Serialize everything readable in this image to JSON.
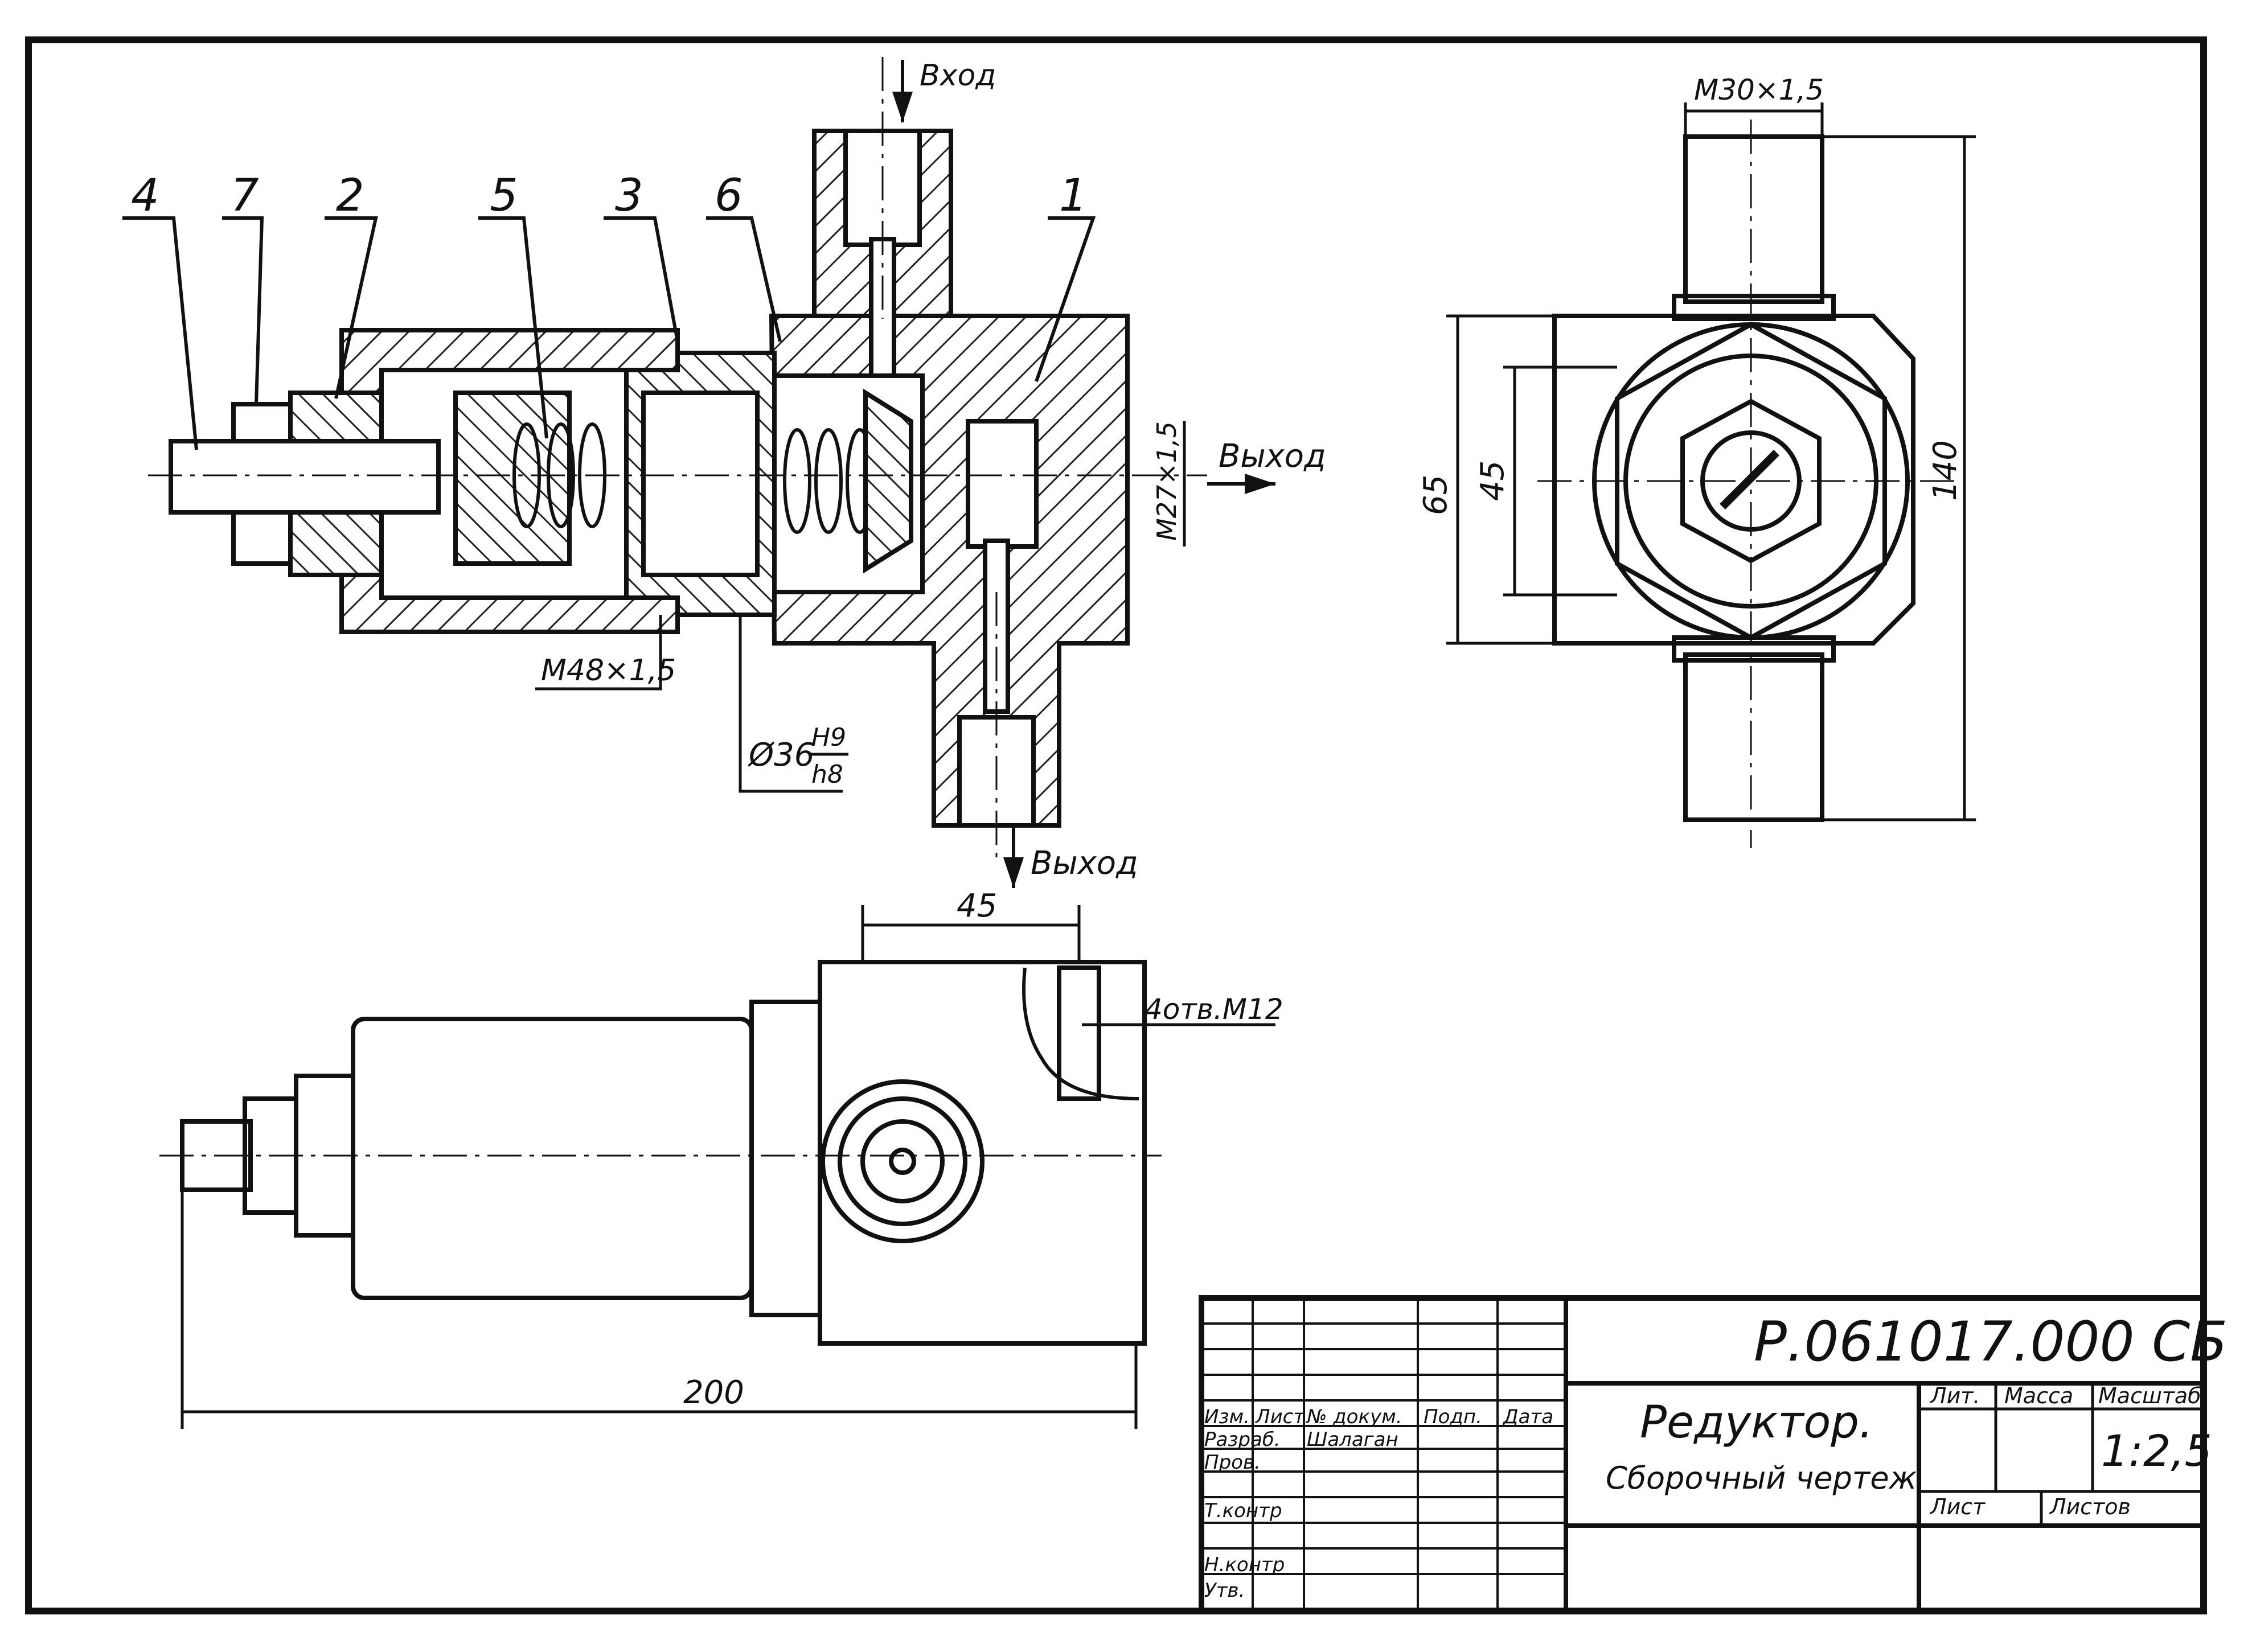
{
  "title_block": {
    "designation": "Р.061017.000 СБ",
    "name": "Редуктор.",
    "subtitle": "Сборочный чертеж",
    "col_lit": "Лит.",
    "col_mass": "Масса",
    "col_scale": "Масштаб",
    "scale": "1:2,5",
    "sheet": "Лист",
    "sheets": "Листов",
    "hdr_izm": "Изм.",
    "hdr_list": "Лист",
    "hdr_doc": "№ докум.",
    "hdr_sign": "Подп.",
    "hdr_date": "Дата",
    "row_razrab": "Разраб.",
    "row_razrab_name": "Шалаган",
    "row_prov": "Пров.",
    "row_tkontr": "Т.контр",
    "row_nkontr": "Н.контр",
    "row_utv": "Утв."
  },
  "section_view": {
    "pos": [
      "4",
      "7",
      "2",
      "5",
      "3",
      "6",
      "1"
    ],
    "inlet": "Вход",
    "outlet_right": "Выход",
    "outlet_bottom": "Выход",
    "thread_m27": "M27×1,5",
    "thread_m48": "M48×1,5",
    "fit_dia": "Ø36",
    "fit_hole": "H9",
    "fit_shaft": "h8"
  },
  "side_view": {
    "thread_m30": "M30×1,5",
    "dim_65": "65",
    "dim_45": "45",
    "dim_140": "140"
  },
  "top_view": {
    "dim_45": "45",
    "holes": "4отв.М12",
    "dim_200": "200"
  }
}
